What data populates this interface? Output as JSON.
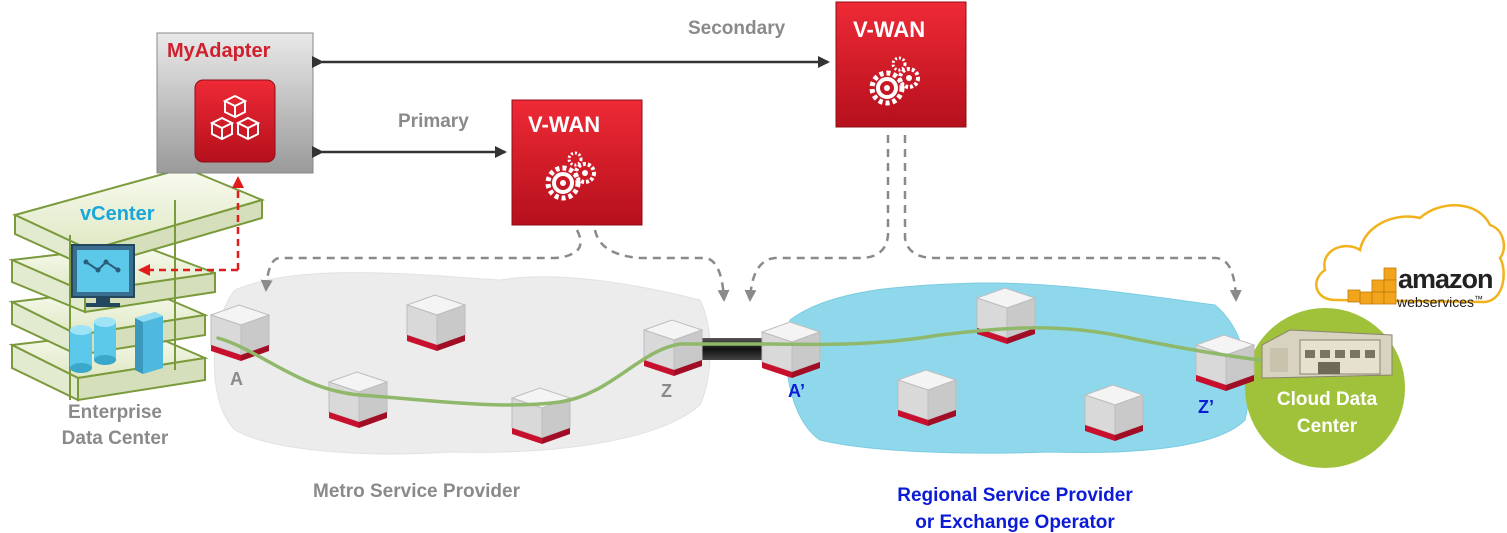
{
  "labels": {
    "myadapter": "MyAdapter",
    "vcenter": "vCenter",
    "vwan_primary": "V-WAN",
    "vwan_secondary": "V-WAN",
    "primary": "Primary",
    "secondary": "Secondary",
    "enterprise_line1": "Enterprise",
    "enterprise_line2": "Data Center",
    "metro": "Metro Service Provider",
    "regional_line1": "Regional Service Provider",
    "regional_line2": "or Exchange Operator",
    "cloud_line1": "Cloud Data",
    "cloud_line2": "Center",
    "node_a": "A",
    "node_z": "Z",
    "node_a_prime": "A’",
    "node_z_prime": "Z’",
    "amazon": "amazon",
    "webservices": "webservices",
    "tm": "™"
  },
  "colors": {
    "red": "#d0202e",
    "blue": "#0b1bd6",
    "cyan_label": "#1aa6d8",
    "gray_text": "#8a8a8a",
    "green_path": "#8fb86a",
    "cloud_green": "#9fc23a",
    "metro_cloud": "#ececec",
    "regional_cloud": "#8fd8ec"
  }
}
